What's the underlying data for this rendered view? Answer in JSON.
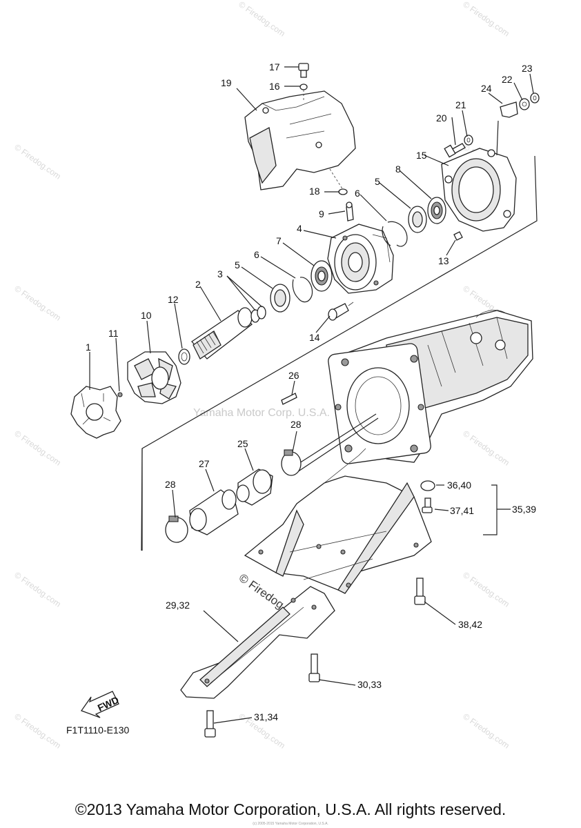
{
  "diagram_code": "F1T1110-E130",
  "fwd_label": "FWD",
  "copyright": "©2013 Yamaha Motor Corporation, U.S.A. All rights reserved.",
  "fineprint": "(c) 2005-2015 Yamaha Motor Corporation, U.S.A.",
  "watermarks": {
    "corner_text": "© Firedog.com",
    "center_text": "Yamaha Motor Corp. U.S.A.",
    "mid_text": "© Firedog.com"
  },
  "callouts": [
    "1",
    "2",
    "3",
    "4",
    "5",
    "5",
    "6",
    "6",
    "7",
    "8",
    "9",
    "10",
    "11",
    "12",
    "13",
    "14",
    "15",
    "16",
    "17",
    "18",
    "19",
    "20",
    "21",
    "22",
    "23",
    "24",
    "25",
    "26",
    "27",
    "28",
    "28",
    "29,32",
    "30,33",
    "31,34",
    "35,39",
    "36,40",
    "37,41",
    "38,42"
  ]
}
